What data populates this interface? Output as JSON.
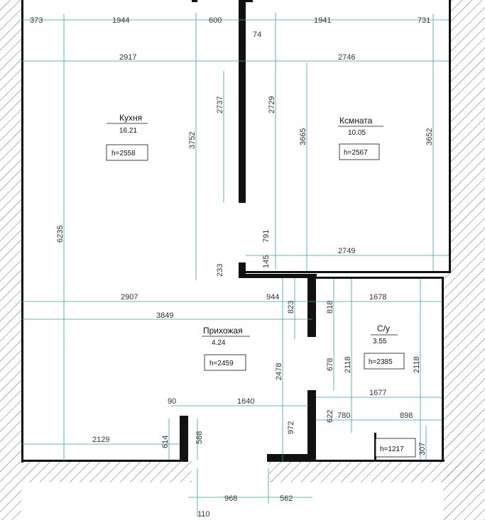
{
  "rooms": {
    "kitchen": {
      "name": "Кухня",
      "area": "16.21",
      "height": "h=2558"
    },
    "room": {
      "name": "Ксмната",
      "area": "10.05",
      "height": "h=2567"
    },
    "hall": {
      "name": "Прихожая",
      "area": "4.24",
      "height": "h=2459"
    },
    "bath": {
      "name": "С/у",
      "area": "3.55",
      "height": "h=2385"
    }
  },
  "extra_height": "h=1217",
  "dimensions": {
    "d373": "373",
    "d1944": "1944",
    "d600": "600",
    "d74": "74",
    "d1941": "1941",
    "d731": "731",
    "d2917": "2917",
    "d2746": "2746",
    "d2737": "2737",
    "d2729": "2729",
    "d3752": "3752",
    "d3665": "3665",
    "d3652": "3652",
    "d6235": "6235",
    "d791": "791",
    "d2749": "2749",
    "d233": "233",
    "d145": "145",
    "d2907": "2907",
    "d944": "944",
    "d1678": "1678",
    "d823": "823",
    "d818": "818",
    "d3849": "3849",
    "d2478": "2478",
    "d678": "678",
    "d2118a": "2118",
    "d2118b": "2118",
    "d1677": "1677",
    "d90": "90",
    "d1640": "1640",
    "d622": "622",
    "d780": "780",
    "d898": "898",
    "d972": "972",
    "d2129": "2129",
    "d614": "614",
    "d588": "588",
    "d307": "307",
    "d968": "968",
    "d562": "562",
    "d110": "110"
  }
}
